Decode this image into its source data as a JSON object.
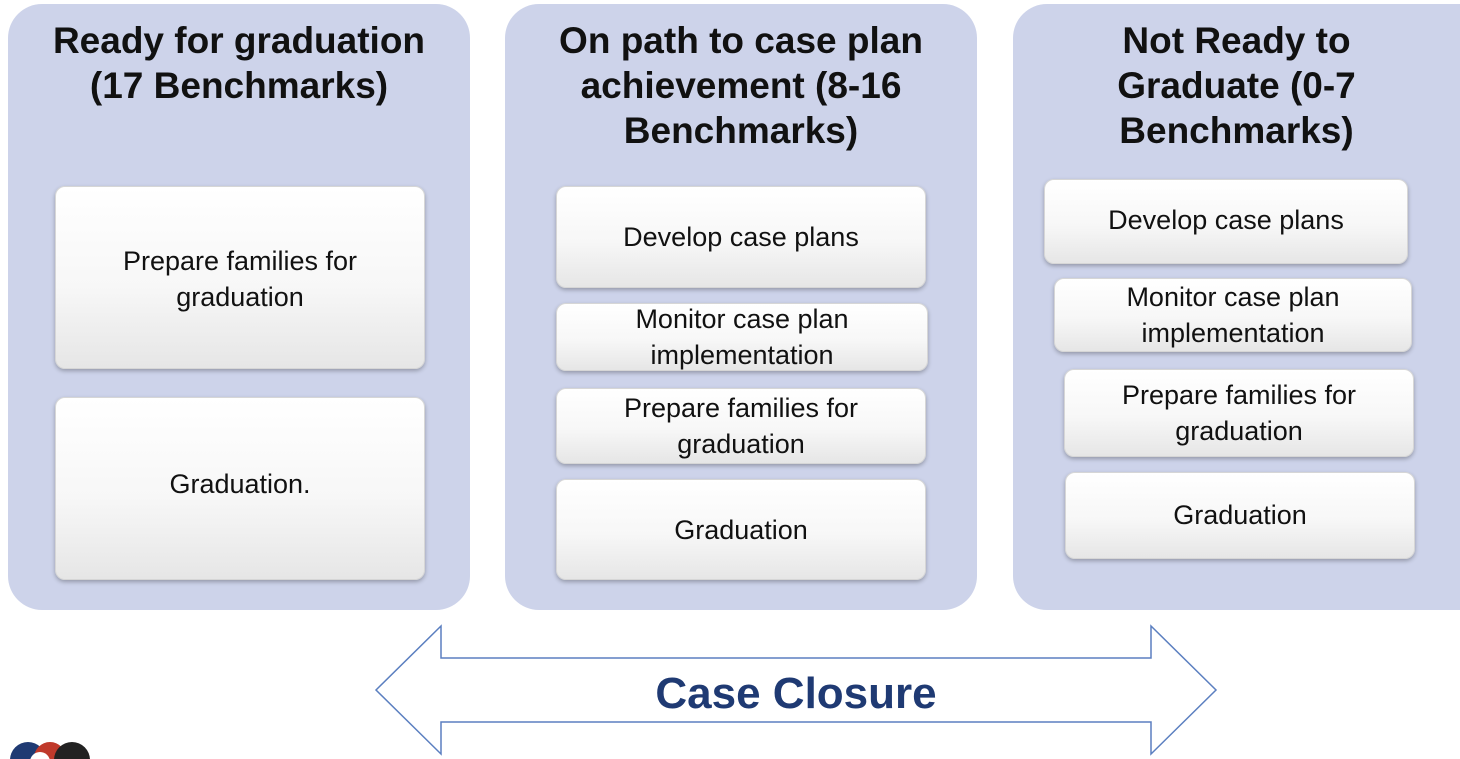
{
  "columns": [
    {
      "title": "Ready for graduation (17 Benchmarks)",
      "cards": [
        "Prepare families for graduation",
        "Graduation."
      ]
    },
    {
      "title": "On path to case plan achievement  (8-16 Benchmarks)",
      "cards": [
        "Develop case plans",
        "Monitor case plan implementation",
        "Prepare families for graduation",
        "Graduation"
      ]
    },
    {
      "title": "Not Ready to Graduate (0-7 Benchmarks)",
      "cards": [
        "Develop case plans",
        "Monitor case plan implementation",
        "Prepare families for graduation",
        "Graduation"
      ]
    }
  ],
  "arrow": {
    "label": "Case Closure"
  },
  "colors": {
    "panel": "#cdd3ea",
    "arrow_stroke": "#5b7fc0",
    "arrow_label": "#1f3a73"
  },
  "logo": {
    "icon": "organization-logo-icon"
  }
}
